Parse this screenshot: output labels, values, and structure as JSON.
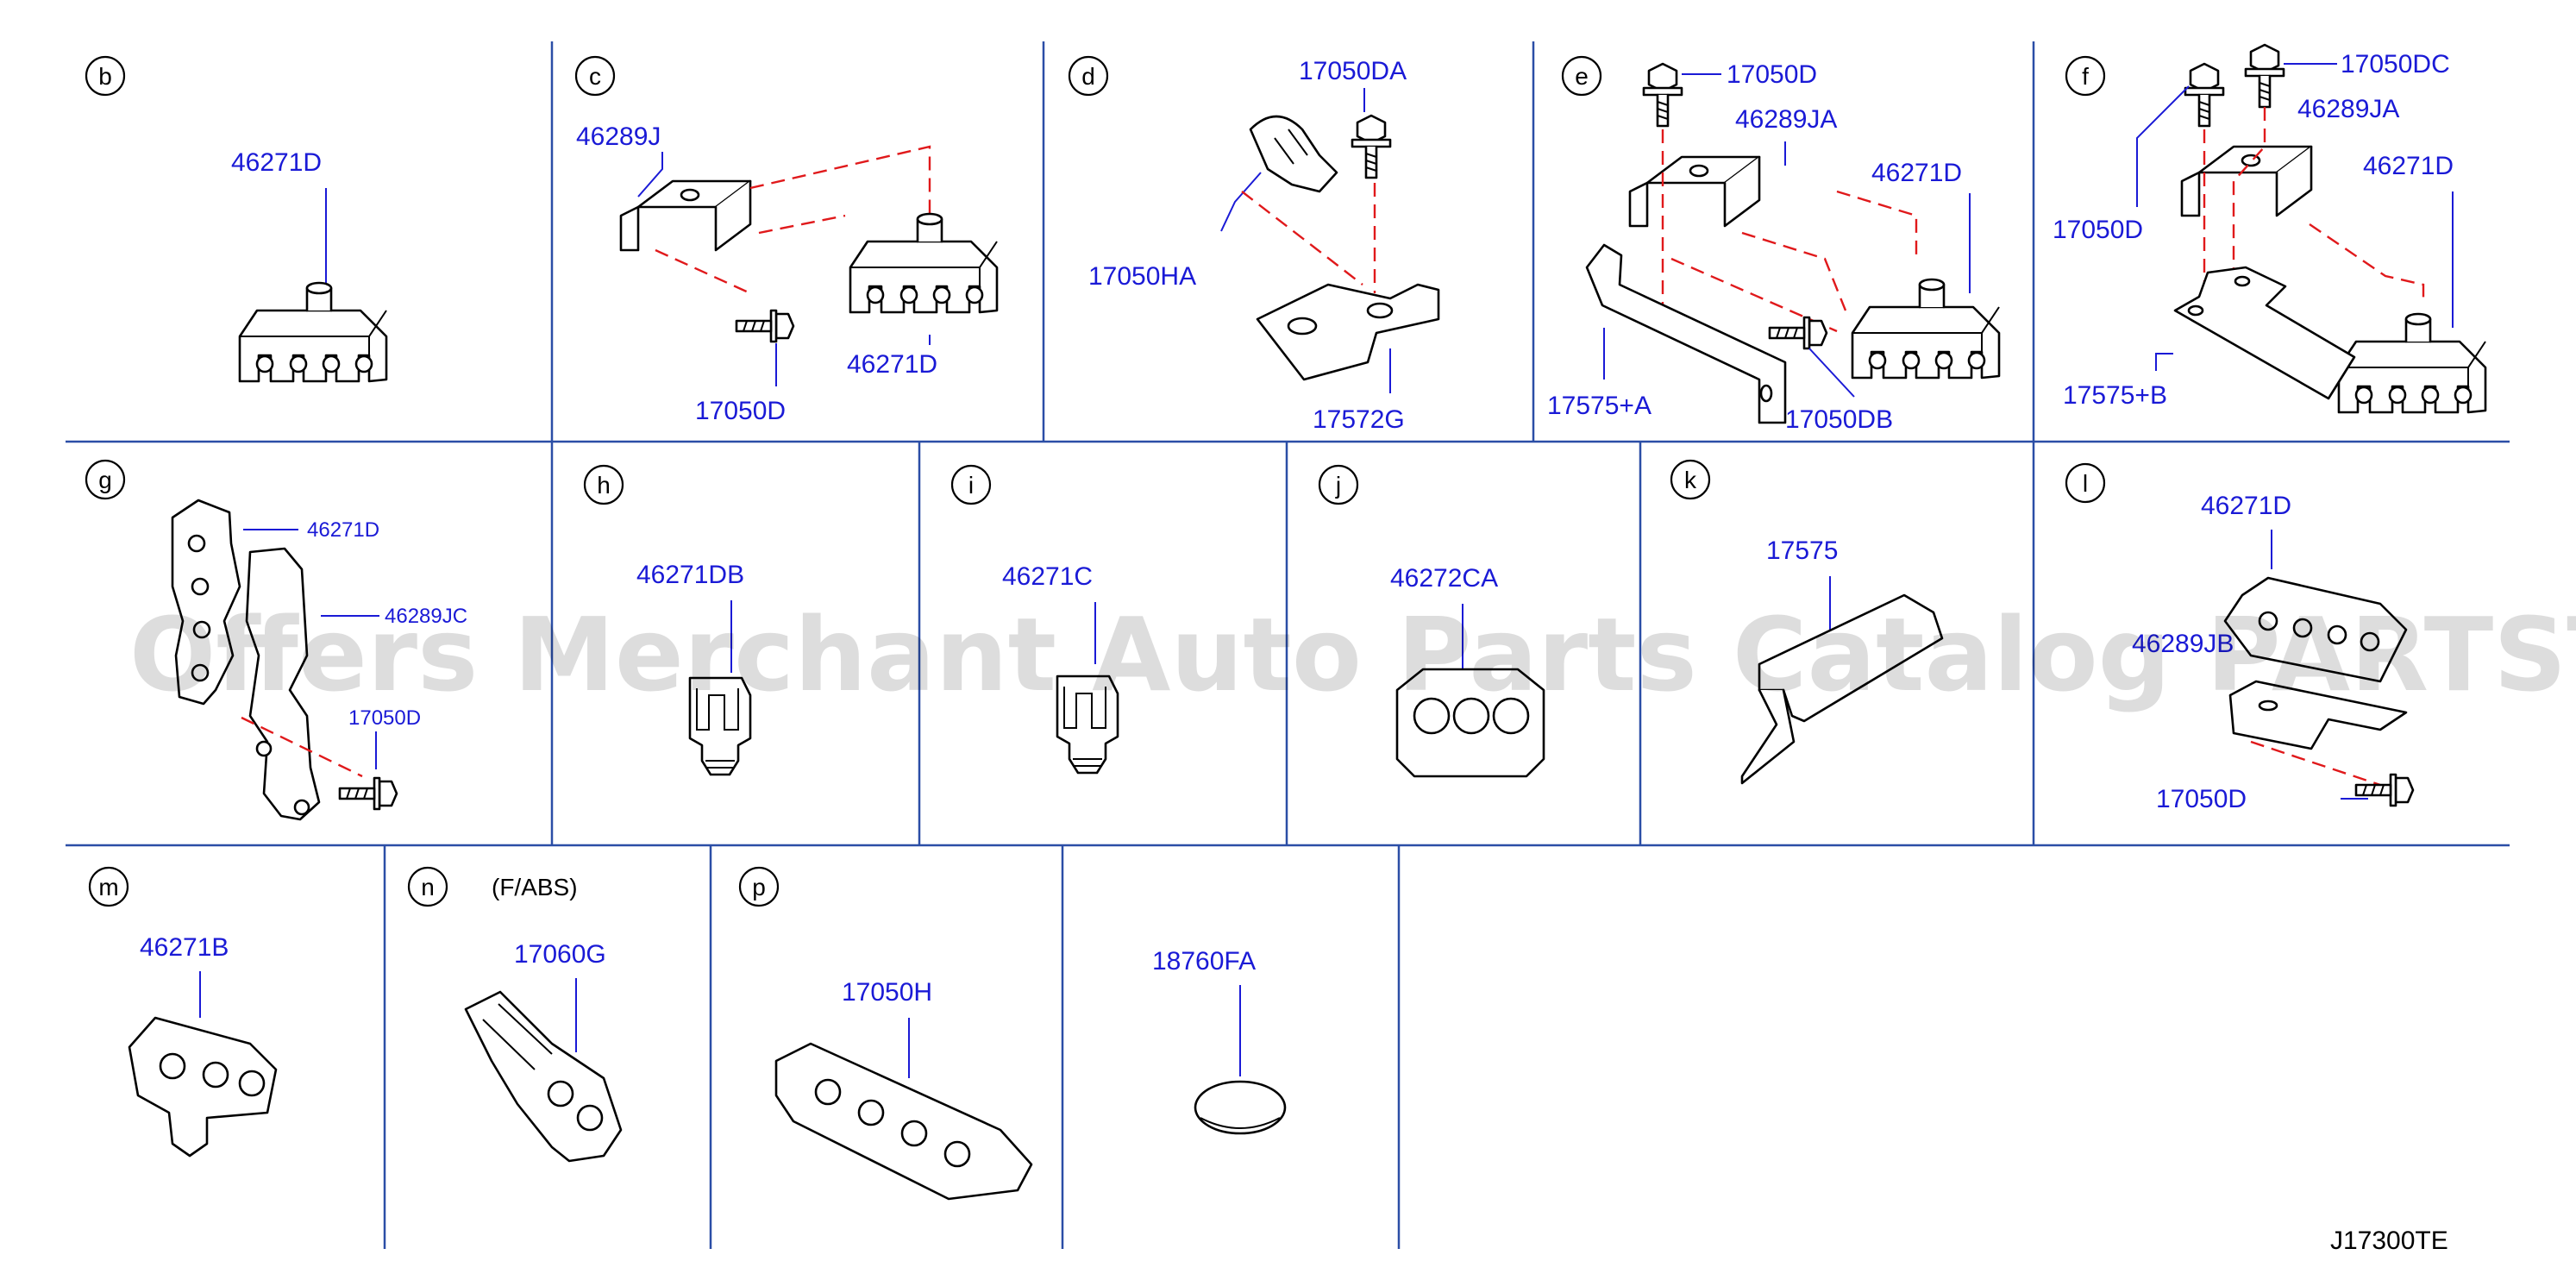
{
  "watermark": "Offers Merchant Auto Parts Catalog PARTSTORE.SA",
  "drawing_code": "J17300TE",
  "sections": {
    "b": {
      "letter": "b",
      "parts": [
        "46271D"
      ]
    },
    "c": {
      "letter": "c",
      "parts": [
        "46289J",
        "17050D",
        "46271D"
      ]
    },
    "d": {
      "letter": "d",
      "parts": [
        "17050DA",
        "17050HA",
        "17572G"
      ]
    },
    "e": {
      "letter": "e",
      "parts": [
        "17050D",
        "46289JA",
        "46271D",
        "17575+A",
        "17050DB"
      ]
    },
    "f": {
      "letter": "f",
      "parts": [
        "17050DC",
        "46289JA",
        "17050D",
        "46271D",
        "17575+B"
      ]
    },
    "g": {
      "letter": "g",
      "parts": [
        "46271D",
        "46289JC",
        "17050D"
      ]
    },
    "h": {
      "letter": "h",
      "parts": [
        "46271DB"
      ]
    },
    "i": {
      "letter": "i",
      "parts": [
        "46271C"
      ]
    },
    "j": {
      "letter": "j",
      "parts": [
        "46272CA"
      ]
    },
    "k": {
      "letter": "k",
      "parts": [
        "17575"
      ]
    },
    "l": {
      "letter": "l",
      "parts": [
        "46271D",
        "46289JB",
        "17050D"
      ]
    },
    "m": {
      "letter": "m",
      "parts": [
        "46271B"
      ]
    },
    "n": {
      "letter": "n",
      "note": "(F/ABS)",
      "parts": [
        "17060G"
      ]
    },
    "p": {
      "letter": "p",
      "parts": [
        "17050H"
      ]
    },
    "q": {
      "parts": [
        "18760FA"
      ]
    }
  }
}
